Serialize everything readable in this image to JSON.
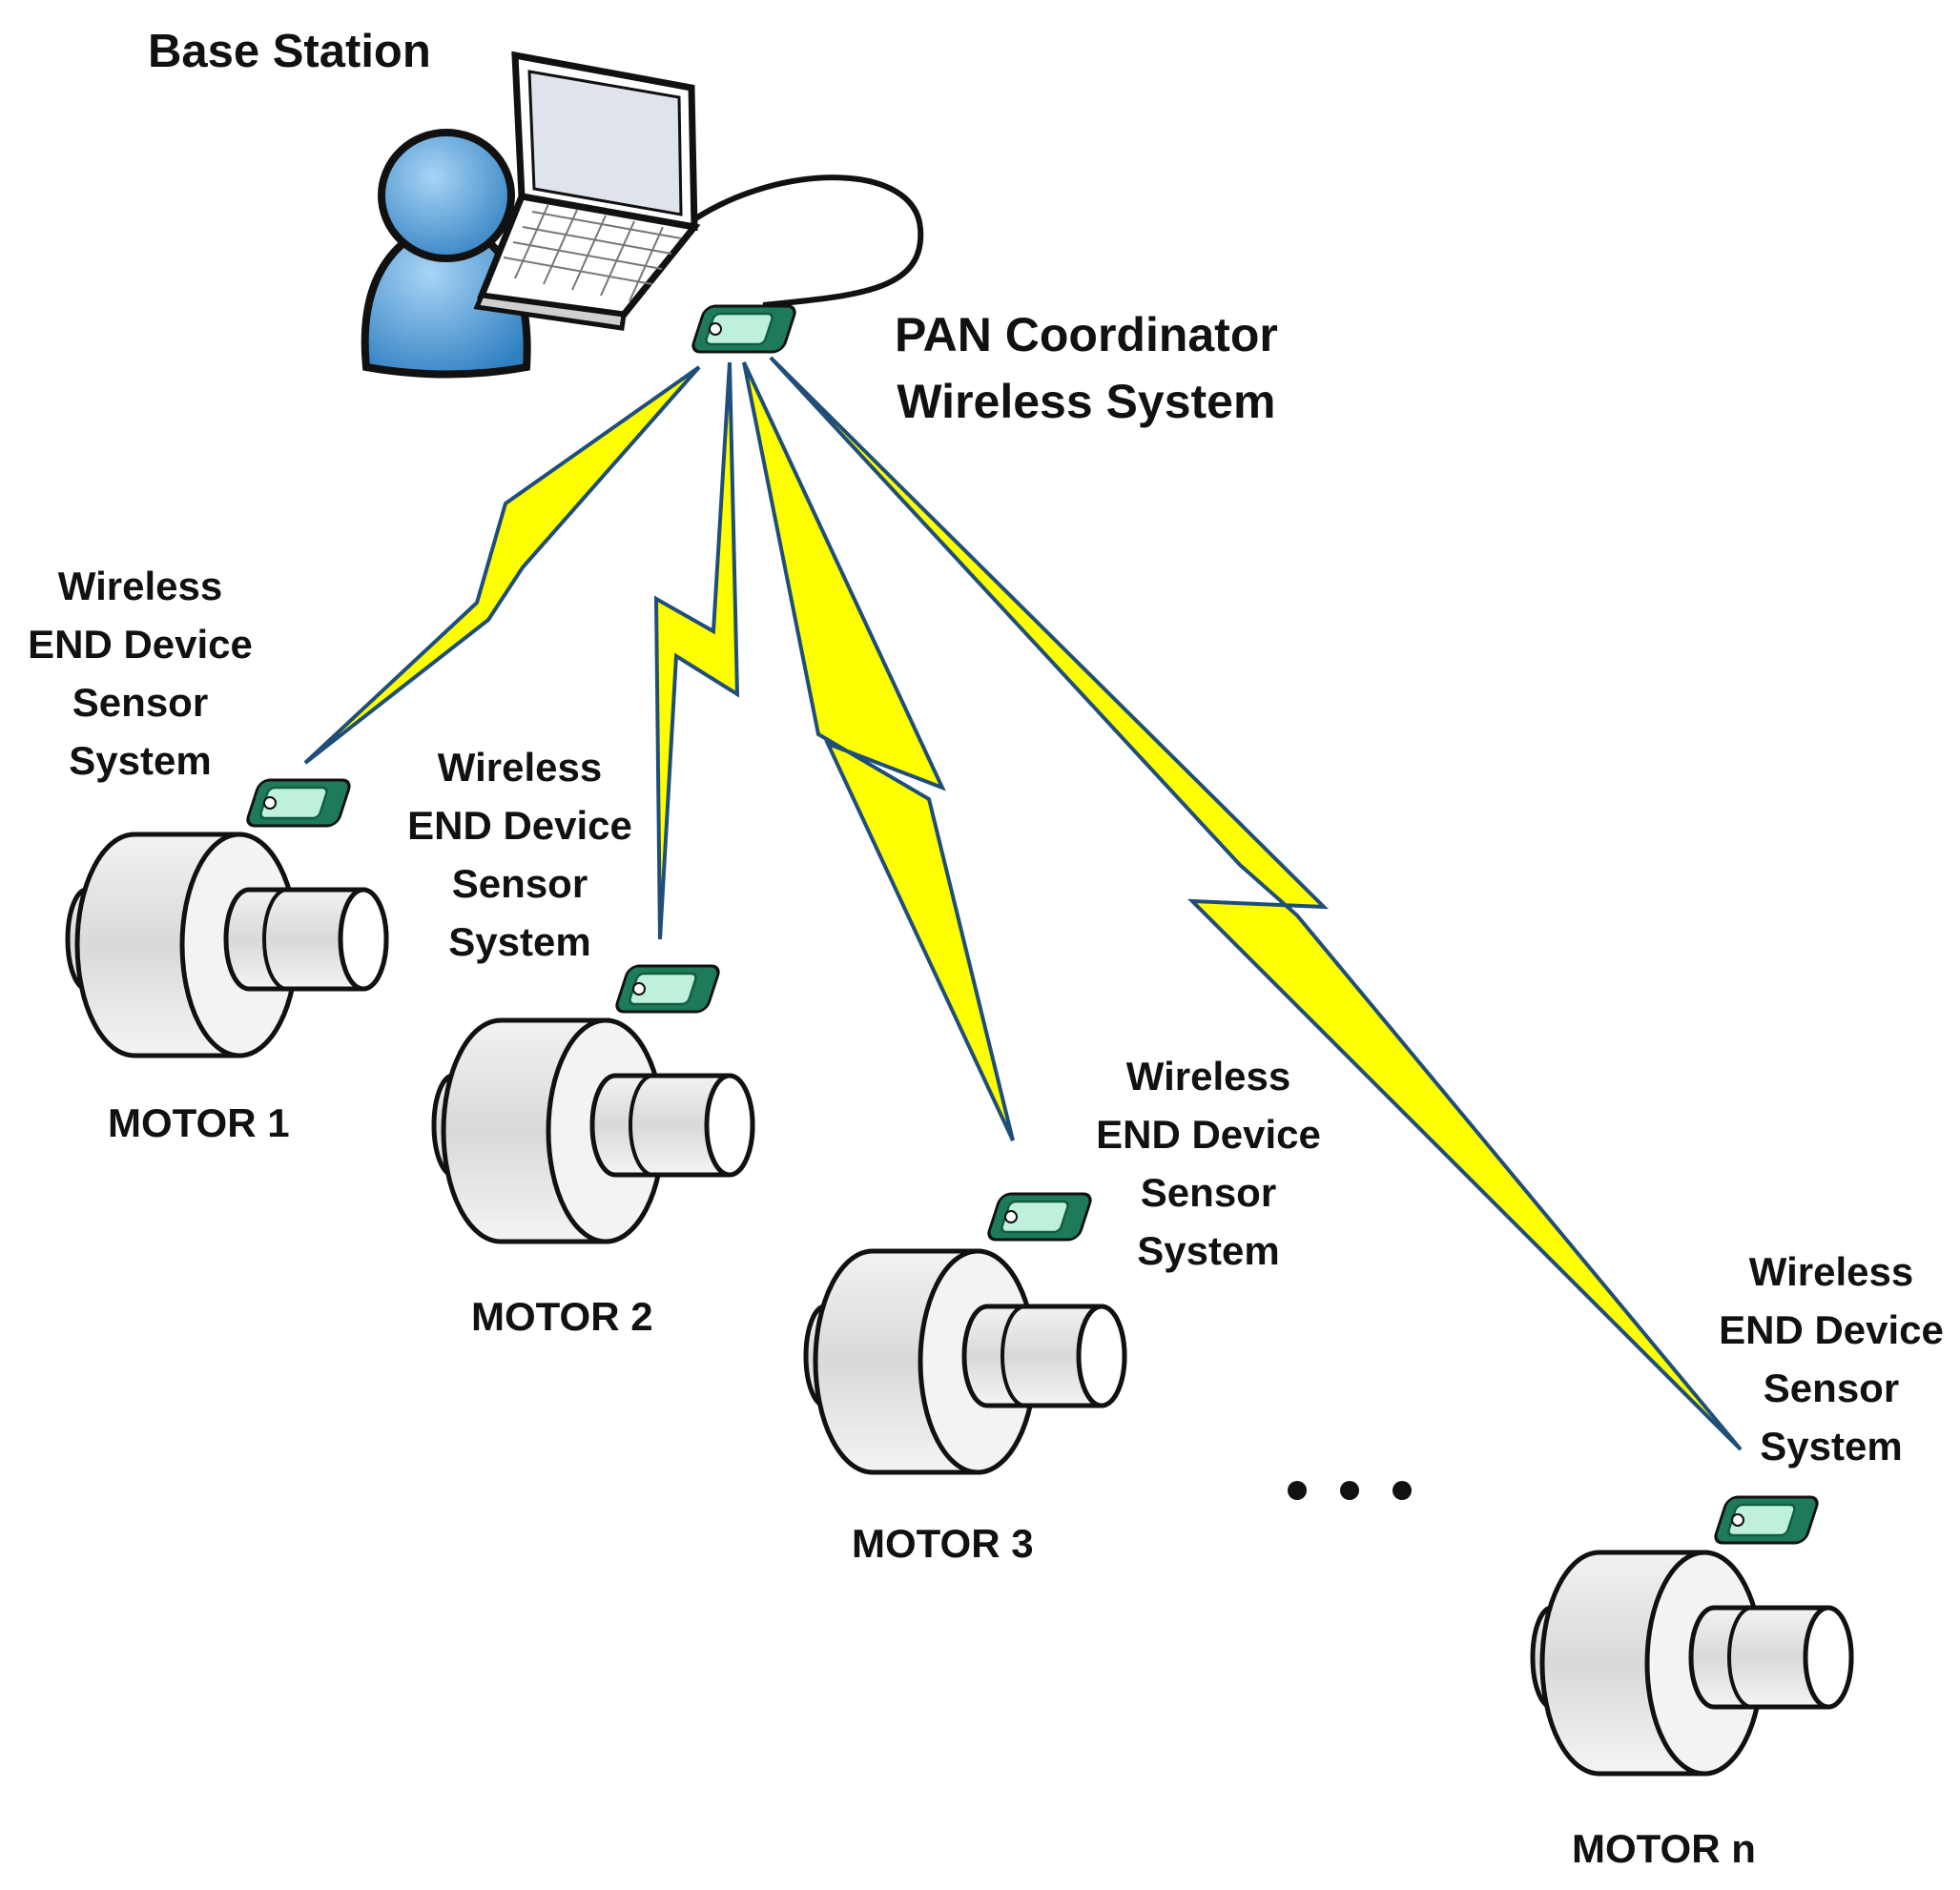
{
  "base_station": {
    "label": "Base Station"
  },
  "coordinator": {
    "line1": "PAN Coordinator",
    "line2": "Wireless System"
  },
  "end_devices": [
    {
      "lines": [
        "Wireless",
        "END Device",
        "Sensor",
        "System"
      ],
      "motor": "MOTOR 1"
    },
    {
      "lines": [
        "Wireless",
        "END Device",
        "Sensor",
        "System"
      ],
      "motor": "MOTOR 2"
    },
    {
      "lines": [
        "Wireless",
        "END Device",
        "Sensor",
        "System"
      ],
      "motor": "MOTOR 3"
    },
    {
      "lines": [
        "Wireless",
        "END Device",
        "Sensor",
        "System"
      ],
      "motor": "MOTOR n"
    }
  ],
  "colors": {
    "bolt_fill": "#ffff00",
    "bolt_stroke": "#1f4e79",
    "person": "#3d8fd0",
    "device_green": "#6fd3a8",
    "motor_body": "#e6e6e6",
    "outline": "#111111"
  },
  "icons": {
    "user": "user-icon",
    "laptop": "laptop-icon",
    "sensor": "sensor-device-icon",
    "motor": "motor-icon",
    "wireless": "wireless-link-icon"
  }
}
